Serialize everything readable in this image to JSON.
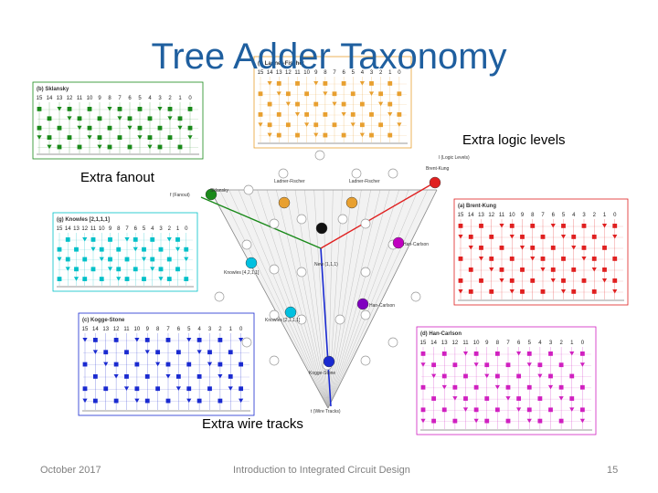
{
  "title": "Tree Adder Taxonomy",
  "captions": {
    "logic": "Extra logic levels",
    "fanout": "Extra fanout",
    "wire": "Extra wire tracks"
  },
  "footer": {
    "date": "October 2017",
    "course": "Introduction to Integrated Circuit Design",
    "page": "15"
  },
  "panels": {
    "sklansky": {
      "label": "(b) Sklansky",
      "color": "#1a8a1a"
    },
    "ladner": {
      "label": "(f) Ladner-Fischer",
      "color": "#e8a030"
    },
    "brent": {
      "label": "(a) Brent-Kung",
      "color": "#e02020"
    },
    "knowles": {
      "label": "(g) Knowles [2,1,1,1]",
      "color": "#00c0c8"
    },
    "kogge": {
      "label": "(c) Kogge-Stone",
      "color": "#1a2ad0"
    },
    "han": {
      "label": "(d) Han-Carlson",
      "color": "#d020c0"
    }
  },
  "axes": {
    "logic": "l (Logic Levels)",
    "fanout": "f (Fanout)",
    "wire": "t (Wire Tracks)"
  },
  "nodes": {
    "sklansky": {
      "label": "Sklansky",
      "color": "#1a8a1a"
    },
    "brent": {
      "label": "Brent-Kung",
      "color": "#e02020"
    },
    "ladner1": {
      "label": "Ladner-Fischer",
      "color": "#e8a030"
    },
    "ladner2": {
      "label": "Ladner-Fischer",
      "color": "#e8a030"
    },
    "knowles421": {
      "label": "Knowles [4,2,1,1]",
      "color": "#00c0e0"
    },
    "knowles2111": {
      "label": "Knowles [2,1,1,1]",
      "color": "#00c0e0"
    },
    "new": {
      "label": "New (1,1,1)",
      "color": "#111111"
    },
    "han1": {
      "label": "Han-Carlson",
      "color": "#c000c0"
    },
    "han2": {
      "label": "Han-Carlson",
      "color": "#8000c0"
    },
    "kogge": {
      "label": "Kogge-Stone",
      "color": "#1a2ad0"
    }
  },
  "bit_headers": [
    "15",
    "14",
    "13",
    "12",
    "11",
    "10",
    "9",
    "8",
    "7",
    "6",
    "5",
    "4",
    "3",
    "2",
    "1",
    "0"
  ]
}
